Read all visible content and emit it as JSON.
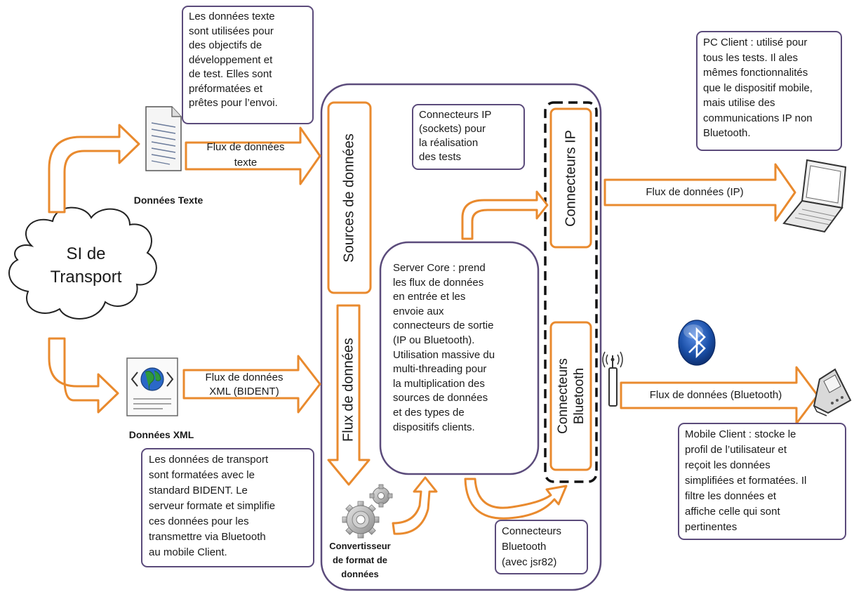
{
  "cloud_label": "SI de\nTransport",
  "donnees_texte_label": "Données Texte",
  "donnees_xml_label": "Données XML",
  "flux_texte_label": "Flux de données\ntexte",
  "flux_xml_label": "Flux de données\nXML (BIDENT)",
  "sources_label": "Sources de données",
  "flux_vertical_label": "Flux de données",
  "connecteurs_ip_label": "Connecteurs IP",
  "connecteurs_bt_label": "Connecteurs\nBluetooth",
  "flux_ip_label": "Flux de données (IP)",
  "flux_bt_label": "Flux de données (Bluetooth)",
  "convertisseur_label": "Convertisseur\nde format de\ndonnées",
  "notes": {
    "texte": "Les données texte\nsont utilisées pour\ndes objectifs de\ndéveloppement et\nde test. Elles sont\npréformatées et\nprêtes pour l’envoi.",
    "ip_tests": "Connecteurs IP\n(sockets) pour\nla réalisation\ndes tests",
    "pc_client": "PC Client : utilisé pour\ntous les tests. Il ales\nmêmes fonctionnalités\nque le dispositif mobile,\nmais utilise des\ncommunications IP non\nBluetooth.",
    "server_core": "Server Core : prend\nles flux de données\nen entrée et les\nenvoie aux\nconnecteurs de sortie\n(IP ou Bluetooth).\nUtilisation massive du\nmulti-threading pour\nla multiplication des\nsources de données\net des types de\ndispositifs clients.",
    "xml": "Les données de transport\nsont formatées avec le\nstandard BIDENT. Le\nserveur formate et simplifie\nces données pour les\ntransmettre via Bluetooth\nau mobile Client.",
    "bt_jsr82": "Connecteurs\nBluetooth\n(avec jsr82)",
    "mobile_client": "Mobile Client : stocke le\nprofil de l’utilisateur et\nreçoit les données\nsimplifiées et formatées. Il\nfiltre les données et\naffiche celle qui sont\npertinentes"
  },
  "colors": {
    "arrow_fill": "#ffffff",
    "arrow_stroke": "#e98a2e",
    "note_border": "#5b4b7b",
    "server_border": "#5b4b7b",
    "bluetooth_blue": "#1a4fa8"
  },
  "icons": [
    "document-icon",
    "xml-globe-document-icon",
    "gear-icon",
    "laptop-icon",
    "bluetooth-logo-icon",
    "antenna-icon",
    "mobile-phone-icon",
    "cloud-icon"
  ]
}
